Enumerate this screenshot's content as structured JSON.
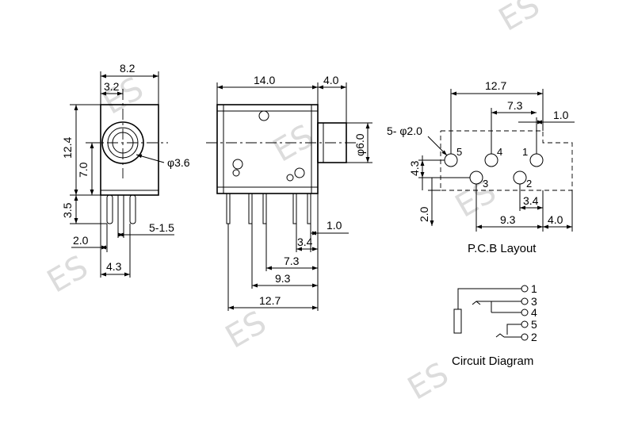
{
  "watermark": "ES",
  "front_view": {
    "width": "8.2",
    "hole_offset": "3.2",
    "height": "12.4",
    "hole_height": "7.0",
    "hole_dia": "φ3.6",
    "pin_length": "3.5",
    "pin_offset": "2.0",
    "pin_range": "5-1.5",
    "pin_pitch": "4.3"
  },
  "side_view": {
    "length": "14.0",
    "barrel_length": "4.0",
    "barrel_dia": "φ6.0",
    "gap": "1.0",
    "d34": "3.4",
    "d73": "7.3",
    "d93": "9.3",
    "d127": "12.7"
  },
  "pcb": {
    "caption": "P.C.B Layout",
    "d127": "12.7",
    "d73": "7.3",
    "d10": "1.0",
    "holes": "5- φ2.0",
    "d43": "4.3",
    "d20": "2.0",
    "d93": "9.3",
    "d34": "3.4",
    "d40": "4.0",
    "pins": [
      "5",
      "4",
      "1",
      "3",
      "2"
    ]
  },
  "circuit": {
    "caption": "Circuit Diagram",
    "terminals": [
      "1",
      "3",
      "4",
      "5",
      "2"
    ]
  }
}
